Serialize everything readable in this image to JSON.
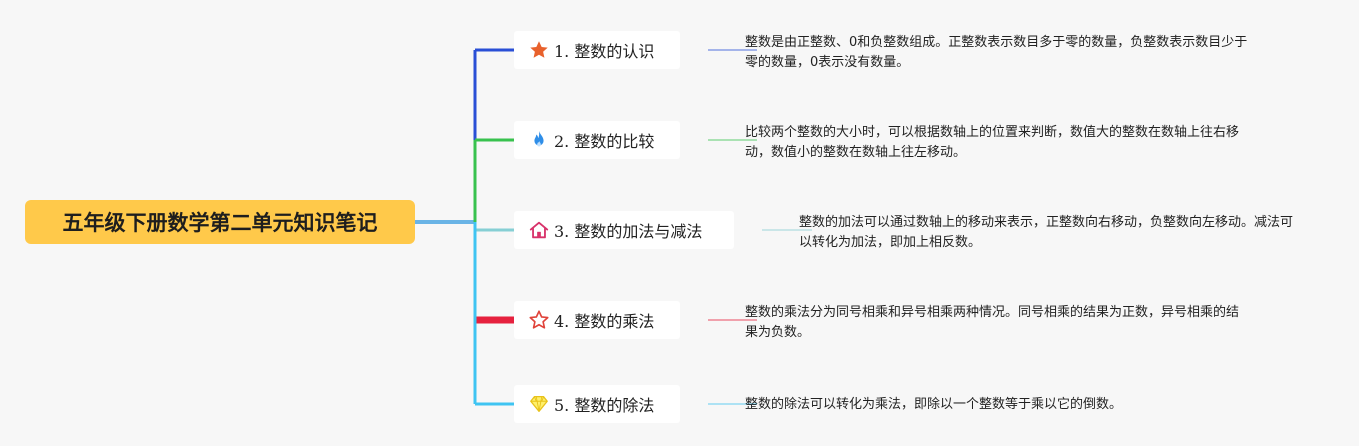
{
  "root": {
    "title": "五年级下册数学第二单元知识笔记",
    "color": "#ffc94a"
  },
  "branches": [
    {
      "label": "1. 整数的认识",
      "icon": "star-filled-icon",
      "color": "#2a4fd6",
      "note": "整数是由正整数、0和负整数组成。正整数表示数目多于零的数量，负整数表示数目少于零的数量，0表示没有数量。"
    },
    {
      "label": "2. 整数的比较",
      "icon": "flame-icon",
      "color": "#38c24e",
      "note": "比较两个整数的大小时，可以根据数轴上的位置来判断，数值大的整数在数轴上往右移动，数值小的整数在数轴上往左移动。"
    },
    {
      "label": "3. 整数的加法与减法",
      "icon": "house-icon",
      "color": "#86cfd4",
      "note": "整数的加法可以通过数轴上的移动来表示，正整数向右移动，负整数向左移动。减法可以转化为加法，即加上相反数。"
    },
    {
      "label": "4. 整数的乘法",
      "icon": "star-outline-icon",
      "color": "#e6213e",
      "note": "整数的乘法分为同号相乘和异号相乘两种情况。同号相乘的结果为正数，异号相乘的结果为负数。"
    },
    {
      "label": "5. 整数的除法",
      "icon": "diamond-icon",
      "color": "#3fc4f2",
      "note": "整数的除法可以转化为乘法，即除以一个整数等于乘以它的倒数。"
    }
  ]
}
